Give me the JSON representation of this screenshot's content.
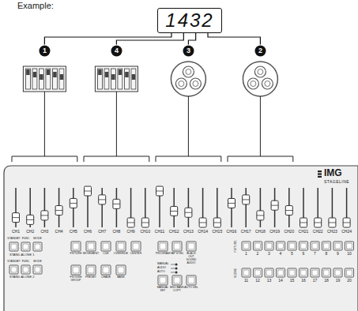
{
  "diagram": {
    "title": "Example:",
    "nodes": [
      {
        "text": [
          "1432"
        ]
      },
      {
        "text": [
          "1"
        ]
      },
      {
        "text": [
          "4"
        ]
      },
      {
        "text": [
          "3"
        ]
      },
      {
        "text": [
          "2"
        ]
      }
    ],
    "edges": [
      {
        "from": 0,
        "to": 1,
        "arrow": "none"
      },
      {
        "from": 0,
        "to": 2,
        "arrow": "none"
      },
      {
        "from": 0,
        "to": 3,
        "arrow": "none"
      },
      {
        "from": 0,
        "to": 4,
        "arrow": "none"
      }
    ],
    "labels": [
      "CH1",
      "CH2",
      "CH3",
      "CH4",
      "CH5",
      "CH6",
      "CH7",
      "CH8",
      "CH9",
      "CH10",
      "CH11",
      "CH12",
      "CH13",
      "CH14",
      "CH15",
      "CH16",
      "CH17",
      "CH18",
      "CH19",
      "CH20",
      "CH21",
      "CH22",
      "CH23",
      "CH24",
      "IMG",
      "STAGELINE",
      "STANDBY",
      "FUNC",
      "MODE",
      "STAND-ALONE 1",
      "STANDBY",
      "FUNC",
      "MODE",
      "STAND-ALONE 2",
      "FIXTURE",
      "MOVEMENT",
      "CUE",
      "OVERRIDE",
      "CENTER",
      "FIXTURE GROUP",
      "PRESET",
      "CHASE",
      "BANK",
      "PROGRAM",
      "TAP SYNC",
      "BLACK OUT SOUND AUDIO",
      "MANUAL",
      "AUDIO",
      "AUTO",
      "MANUAL SET",
      "MIDI BANK COPY",
      "AUTO DEL",
      "FIXTURE",
      "SCENE",
      "1",
      "2",
      "3",
      "4",
      "5",
      "6",
      "7",
      "8",
      "9",
      "10",
      "11",
      "12",
      "13",
      "14",
      "15",
      "16",
      "17",
      "18",
      "19",
      "20"
    ]
  }
}
